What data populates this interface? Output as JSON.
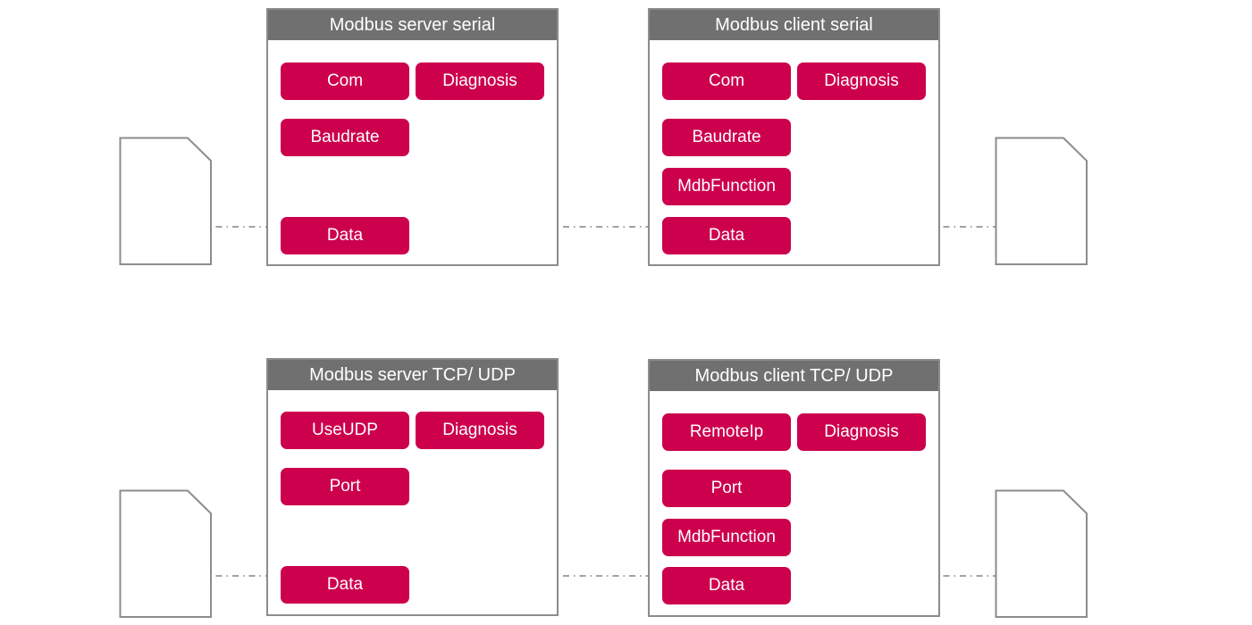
{
  "blocks": [
    {
      "title": "Modbus server serial",
      "pins": [
        "Com",
        "Diagnosis",
        "Baudrate",
        "Data"
      ]
    },
    {
      "title": "Modbus client serial",
      "pins": [
        "Com",
        "Diagnosis",
        "Baudrate",
        "MdbFunction",
        "Data"
      ]
    },
    {
      "title": "Modbus server TCP/ UDP",
      "pins": [
        "UseUDP",
        "Diagnosis",
        "Port",
        "Data"
      ]
    },
    {
      "title": "Modbus client TCP/ UDP",
      "pins": [
        "RemoteIp",
        "Diagnosis",
        "Port",
        "MdbFunction",
        "Data"
      ]
    }
  ],
  "icons": {
    "document": "document-icon"
  },
  "colors": {
    "pin": "#cc004d",
    "header": "#707070",
    "border": "#8c8c8c",
    "link": "#6a6a6a"
  }
}
